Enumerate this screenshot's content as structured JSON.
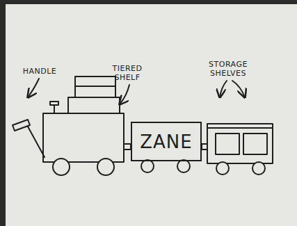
{
  "diagram": {
    "nodes": [
      {
        "text": [
          "ZANE"
        ]
      }
    ],
    "labels": [
      "HANDLE",
      "TIERED SHELF",
      "STORAGE SHELVES"
    ]
  }
}
